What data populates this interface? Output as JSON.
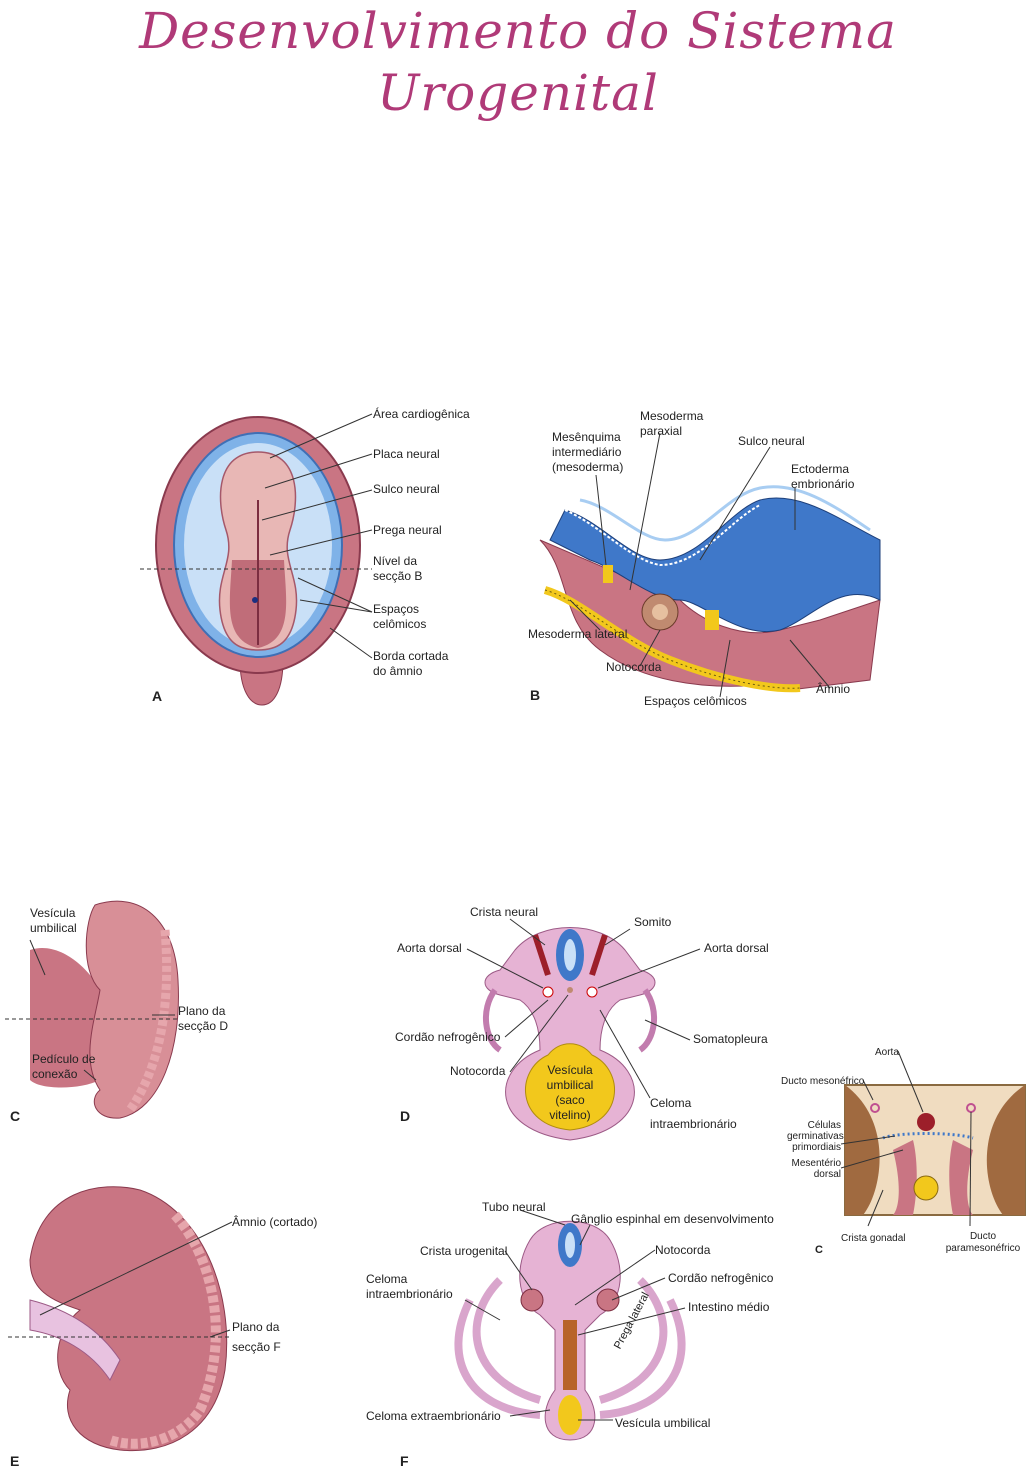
{
  "title": "Desenvolvimento do Sistema Urogenital",
  "colors": {
    "title": "#b03a78",
    "tissue": "#c97583",
    "amnion": "#7fb2e8",
    "neural": "#3f78c9",
    "yolk": "#f2c81c"
  },
  "figA": {
    "panel": "A",
    "labels": [
      "Área cardiogênica",
      "Placa neural",
      "Sulco neural",
      "Prega neural",
      "Nível da",
      "secção B",
      "Espaços",
      "celômicos",
      "Borda cortada",
      "do âmnio"
    ]
  },
  "figB": {
    "panel": "B",
    "mesenquima": [
      "Mesênquima",
      "intermediário",
      "(mesoderma)"
    ],
    "paraxial": [
      "Mesoderma",
      "paraxial"
    ],
    "sulco": "Sulco neural",
    "ecto": [
      "Ectoderma",
      "embrionário"
    ],
    "lateral": "Mesoderma lateral",
    "notocorda": "Notocorda",
    "espacos": "Espaços celômicos",
    "amnio": "Âmnio"
  },
  "figC": {
    "panel": "C",
    "vesicula": [
      "Vesícula",
      "umbilical"
    ],
    "plano": [
      "Plano da",
      "secção D"
    ],
    "pediculo": [
      "Pedículo de",
      "conexão"
    ]
  },
  "figD": {
    "panel": "D",
    "crista": "Crista neural",
    "somito": "Somito",
    "aorta_l": "Aorta dorsal",
    "aorta_r": "Aorta dorsal",
    "cordao": "Cordão nefrogênico",
    "somato": "Somatopleura",
    "notocorda": "Notocorda",
    "vesicula": [
      "Vesícula",
      "umbilical",
      "(saco",
      "vitelino)"
    ],
    "celoma": [
      "Celoma",
      "intraembrionário"
    ]
  },
  "figE": {
    "panel": "E",
    "amnio": "Âmnio (cortado)",
    "plano": [
      "Plano da",
      "secção F"
    ]
  },
  "figF": {
    "panel": "F",
    "tubo": "Tubo neural",
    "ganglio": "Gânglio espinhal em desenvolvimento",
    "crista": "Crista urogenital",
    "notocorda": "Notocorda",
    "celoma_intra": [
      "Celoma",
      "intraembrionário"
    ],
    "cordao": "Cordão nefrogênico",
    "intestino": "Intestino médio",
    "prega": "Prega lateral",
    "celoma_extra": "Celoma extraembrionário",
    "vesicula": "Vesícula umbilical"
  },
  "inset": {
    "panel": "C",
    "aorta": "Aorta",
    "ducto_meso": "Ducto mesonéfrico",
    "celulas": [
      "Células",
      "germinativas",
      "primordiais"
    ],
    "mesenterio": [
      "Mesentério",
      "dorsal"
    ],
    "crista": "Crista gonadal",
    "ducto_para": [
      "Ducto",
      "paramesonéfrico"
    ]
  }
}
